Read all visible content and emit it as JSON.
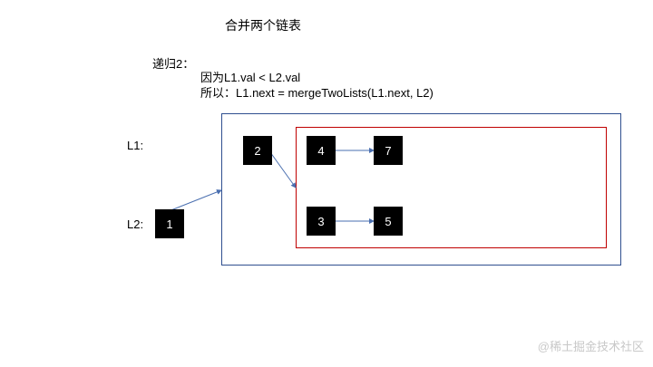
{
  "title": "合并两个链表",
  "step": "递归2：",
  "condition": "因为L1.val < L2.val",
  "result": "所以：L1.next = mergeTwoLists(L1.next, L2)",
  "labels": {
    "l1": "L1:",
    "l2": "L2:"
  },
  "nodes": {
    "n1": "1",
    "n2": "2",
    "n3": "3",
    "n4": "4",
    "n5": "5",
    "n7": "7"
  },
  "colors": {
    "outer_border": "#2f4f8f",
    "inner_border": "#c00000",
    "arrow": "#4a6fb0",
    "node_fill": "#000000"
  },
  "watermark": "@稀土掘金技术社区"
}
